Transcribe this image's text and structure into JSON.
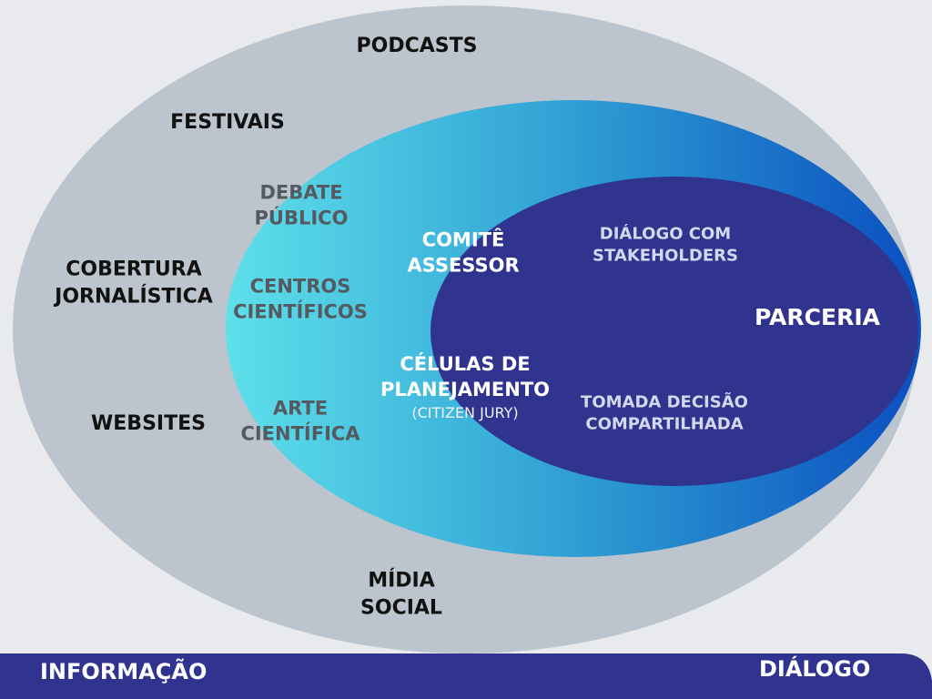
{
  "colors": {
    "background": "#e8eaed",
    "outer_ellipse": "#bcc5cd",
    "mid_gradient_start": "#5ee0ea",
    "mid_gradient_end": "#0a4fc0",
    "inner_ellipse": "#30348f",
    "bottom_bar": "#30348f"
  },
  "outer": {
    "podcasts": "PODCASTS",
    "festivais": "FESTIVAIS",
    "cobertura_l1": "COBERTURA",
    "cobertura_l2": "JORNALÍSTICA",
    "websites": "WEBSITES",
    "midia_l1": "MÍDIA",
    "midia_l2": "SOCIAL"
  },
  "middle": {
    "debate_l1": "DEBATE",
    "debate_l2": "PÚBLICO",
    "centros_l1": "CENTROS",
    "centros_l2": "CIENTÍFICOS",
    "arte_l1": "ARTE",
    "arte_l2": "CIENTÍFICA",
    "comite_l1": "COMITÊ",
    "comite_l2": "ASSESSOR",
    "celulas_l1": "CÉLULAS DE",
    "celulas_l2": "PLANEJAMENTO",
    "celulas_sub": "(CITIZEN JURY)"
  },
  "inner": {
    "dialogo_l1": "DIÁLOGO COM",
    "dialogo_l2": "STAKEHOLDERS",
    "parceria": "PARCERIA",
    "tomada_l1": "TOMADA DECISÃO",
    "tomada_l2": "COMPARTILHADA"
  },
  "bar": {
    "left": "INFORMAÇÃO",
    "right": "DIÁLOGO"
  }
}
